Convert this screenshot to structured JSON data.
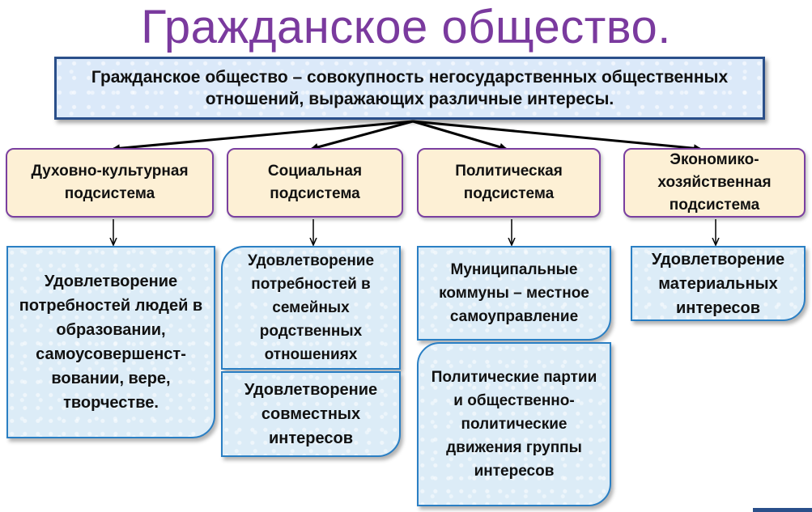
{
  "title": "Гражданское общество.",
  "definition": "Гражданское общество – совокупность негосударственных общественных отношений, выражающих различные интересы.",
  "subsystems": [
    {
      "label": "Духовно-культурная подсистема",
      "cards": [
        "Удовлетворение потребностей людей в образовании, самоусовершенст-вовании, вере, творчестве."
      ]
    },
    {
      "label": "Социальная подсистема",
      "cards": [
        "Удовлетворение потребностей в семейных родственных отношениях",
        "Удовлетворение совместных интересов"
      ]
    },
    {
      "label": "Политическая подсистема",
      "cards": [
        "Муниципальные коммуны – местное самоуправление",
        "Политические партии и общественно-политические движения группы интересов"
      ]
    },
    {
      "label": "Экономико-хозяйственная подсистема",
      "cards": [
        "Удовлетворение материальных интересов"
      ]
    }
  ],
  "colors": {
    "title": "#7a3a9e",
    "subsystem_border": "#7a3fa0",
    "subsystem_fill": "#fdf0d5",
    "card_border": "#2a7fc4",
    "card_fill": "#dcecf7",
    "definition_border": "#2a4f8a"
  }
}
